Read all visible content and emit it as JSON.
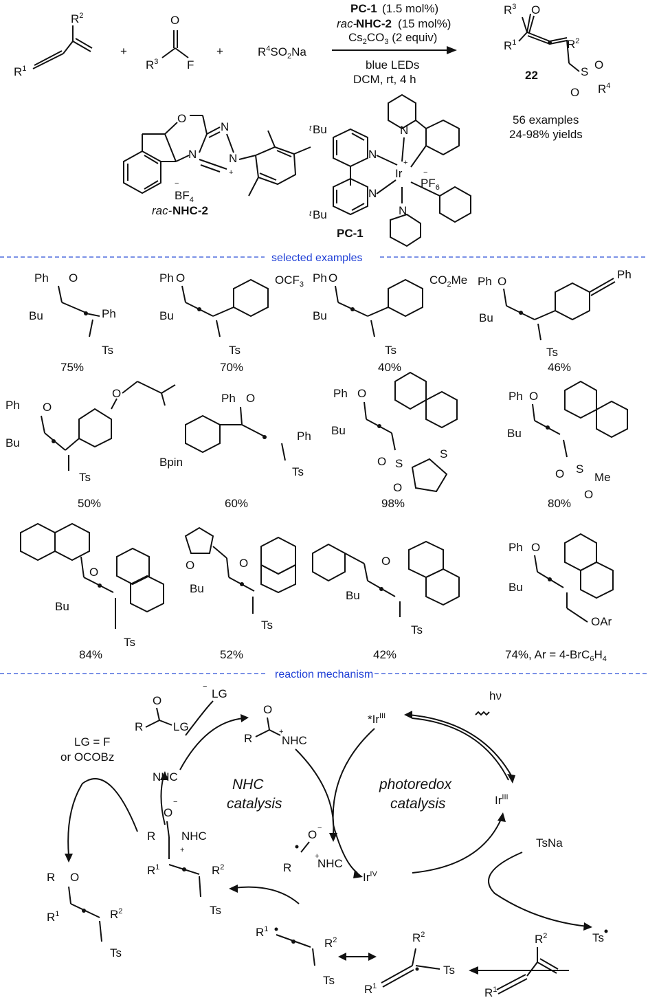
{
  "reaction": {
    "conditions": {
      "line1_cat": "PC-1",
      "line1_amt": "(1.5 mol%)",
      "line2_pre": "rac-",
      "line2_cat": "NHC-2",
      "line2_amt": "(15 mol%)",
      "line3": "Cs2CO3 (2 equiv)",
      "line4": "blue LEDs",
      "line5": "DCM, rt, 4 h"
    },
    "product_number": "22",
    "examples_count": "56 examples",
    "yield_range": "24-98% yields",
    "reagent_sulfinate": "R4SO2Na",
    "nhc_label": "rac-NHC-2",
    "pc_label": "PC-1",
    "counterion_bf4": "BF4",
    "counterion_pf6": "PF6"
  },
  "sections": {
    "selected_examples": "selected examples",
    "reaction_mechanism": "reaction mechanism"
  },
  "examples": [
    {
      "yield": "75%"
    },
    {
      "yield": "70%"
    },
    {
      "yield": "40%"
    },
    {
      "yield": "46%"
    },
    {
      "yield": "50%"
    },
    {
      "yield": "60%"
    },
    {
      "yield": "98%"
    },
    {
      "yield": "80%"
    },
    {
      "yield": "84%"
    },
    {
      "yield": "52%"
    },
    {
      "yield": "42%"
    },
    {
      "yield": "74%, Ar = 4-BrC6H4"
    }
  ],
  "mechanism": {
    "nhc_cycle_line1": "NHC",
    "nhc_cycle_line2": "catalysis",
    "photo_cycle_line1": "photoredox",
    "photo_cycle_line2": "catalysis",
    "lg_def_line1": "LG = F",
    "lg_def_line2": "or OCOBz",
    "light": "hν",
    "nhc": "NHC",
    "leaving_group": "LG",
    "tsna": "TsNa",
    "ts_radical": "Ts"
  }
}
